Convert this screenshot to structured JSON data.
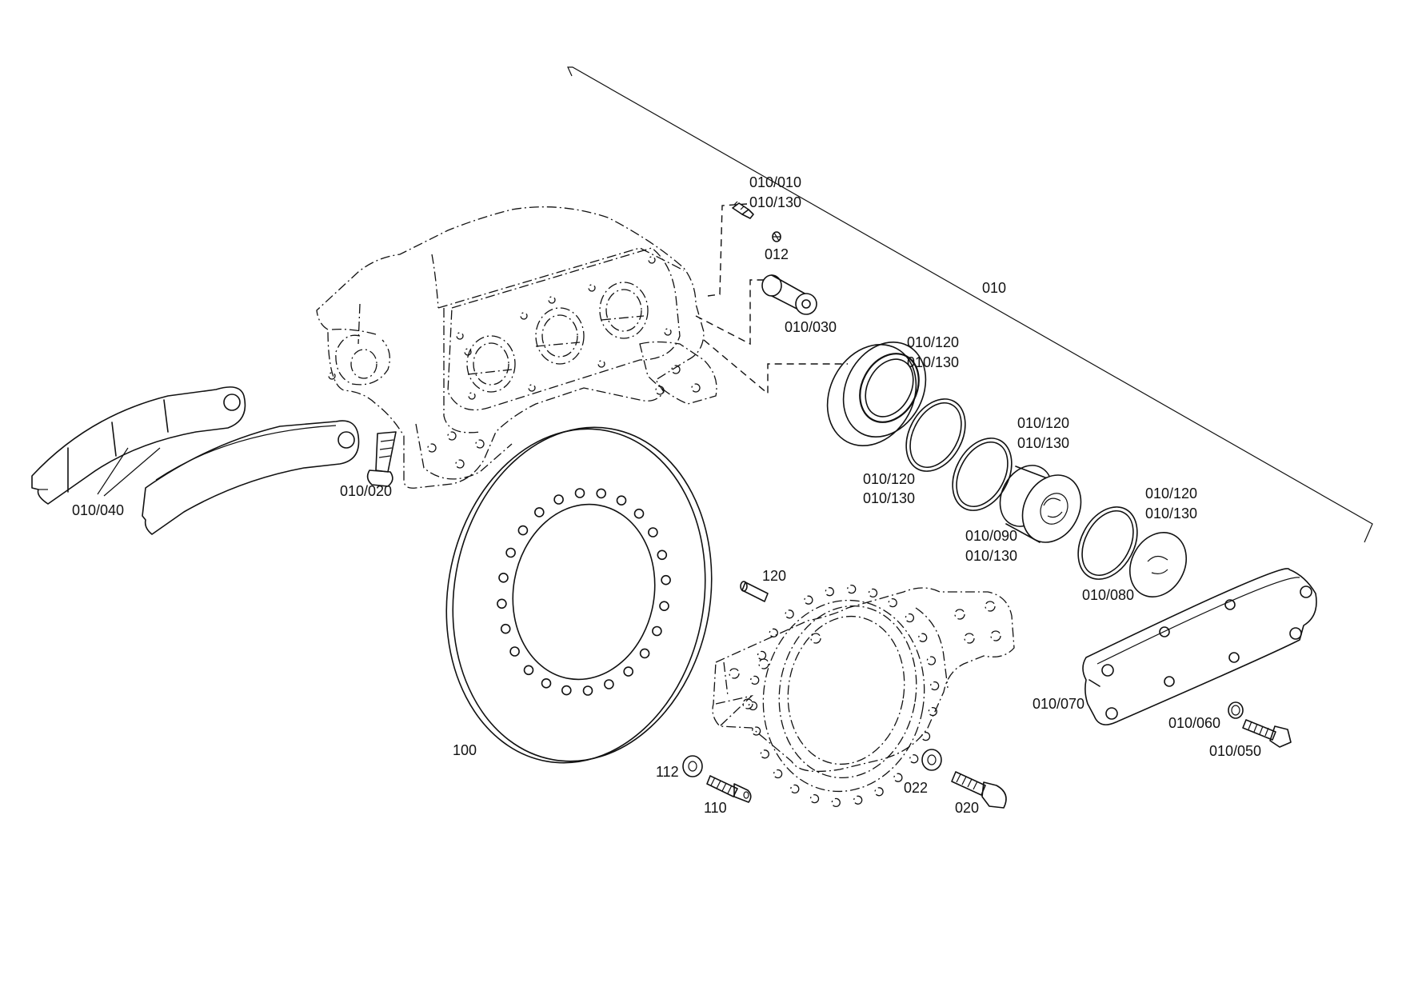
{
  "labels": {
    "l_010": "010",
    "l_010_010": "010/010",
    "l_010_130_a": "010/130",
    "l_012": "012",
    "l_010_030": "010/030",
    "l_010_120_a": "010/120",
    "l_010_130_b": "010/130",
    "l_010_120_b": "010/120",
    "l_010_130_c": "010/130",
    "l_010_120_c": "010/120",
    "l_010_130_d": "010/130",
    "l_010_120_d": "010/120",
    "l_010_130_e": "010/130",
    "l_010_090": "010/090",
    "l_010_130_f": "010/130",
    "l_010_080": "010/080",
    "l_010_070": "010/070",
    "l_010_060": "010/060",
    "l_010_050": "010/050",
    "l_010_040": "010/040",
    "l_010_020": "010/020",
    "l_120": "120",
    "l_100": "100",
    "l_112": "112",
    "l_110": "110",
    "l_022": "022",
    "l_020": "020"
  }
}
